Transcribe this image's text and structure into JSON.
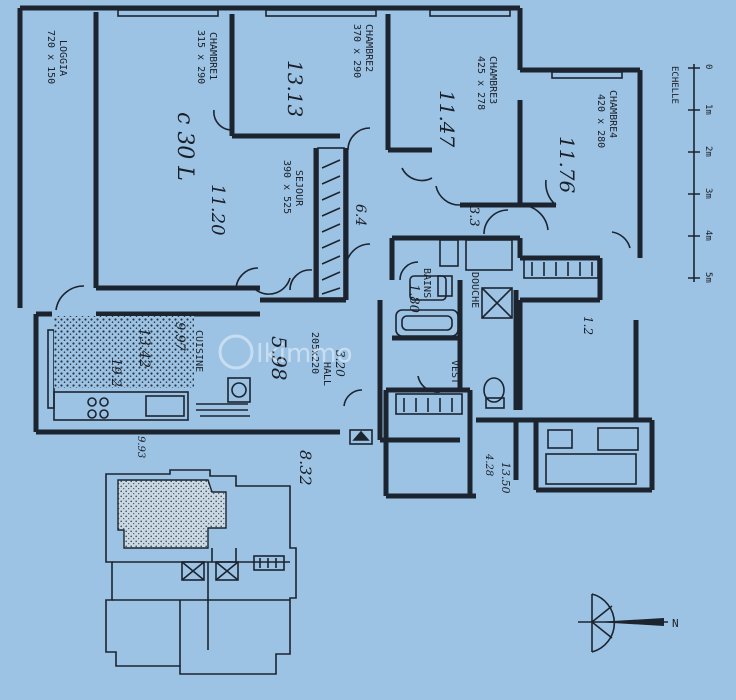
{
  "rooms": {
    "loggia": {
      "name": "LOGGIA",
      "dims": "720 x 150"
    },
    "chambre1": {
      "name": "CHAMBRE1",
      "dims": "315 x 290"
    },
    "chambre2": {
      "name": "CHAMBRE2",
      "dims": "370 x 290"
    },
    "chambre3": {
      "name": "CHAMBRE3",
      "dims": "425 x 278"
    },
    "chambre4": {
      "name": "CHAMBRE4",
      "dims": "420 x 280"
    },
    "sejour": {
      "name": "SEJOUR",
      "dims": "390 x 525"
    },
    "cuisine": {
      "name": "CUISINE"
    },
    "hall": {
      "name": "HALL",
      "dims": "205x220"
    },
    "bains": {
      "name": "BAINS"
    },
    "douche": {
      "name": "DOUCHE"
    },
    "vest": {
      "name": "VEST"
    }
  },
  "scale": {
    "title": "ECHELLE",
    "ticks": [
      "0",
      "1m",
      "2m",
      "3m",
      "4m",
      "5m"
    ]
  },
  "handwritten": {
    "c1_area": "c 30 L",
    "c2_area": "13.13",
    "c3_area": "11.47",
    "c4_area": "11.76",
    "sejour_area": "11.20",
    "corridor_area": "6.4",
    "cuisine_area1": "9.97",
    "cuisine_area2": "13.42",
    "cuisine_area3": "19.2",
    "hall_area": "5.98",
    "hall_num": "3.20",
    "bains_area": "1.80",
    "douche_area": "3.3",
    "placard_area": "1.2",
    "total": "8.32",
    "vest_area": "13.50",
    "misc1": "9.93",
    "misc2": "4.28"
  },
  "compass": {
    "north": "N"
  },
  "watermark": "Ikimmo"
}
